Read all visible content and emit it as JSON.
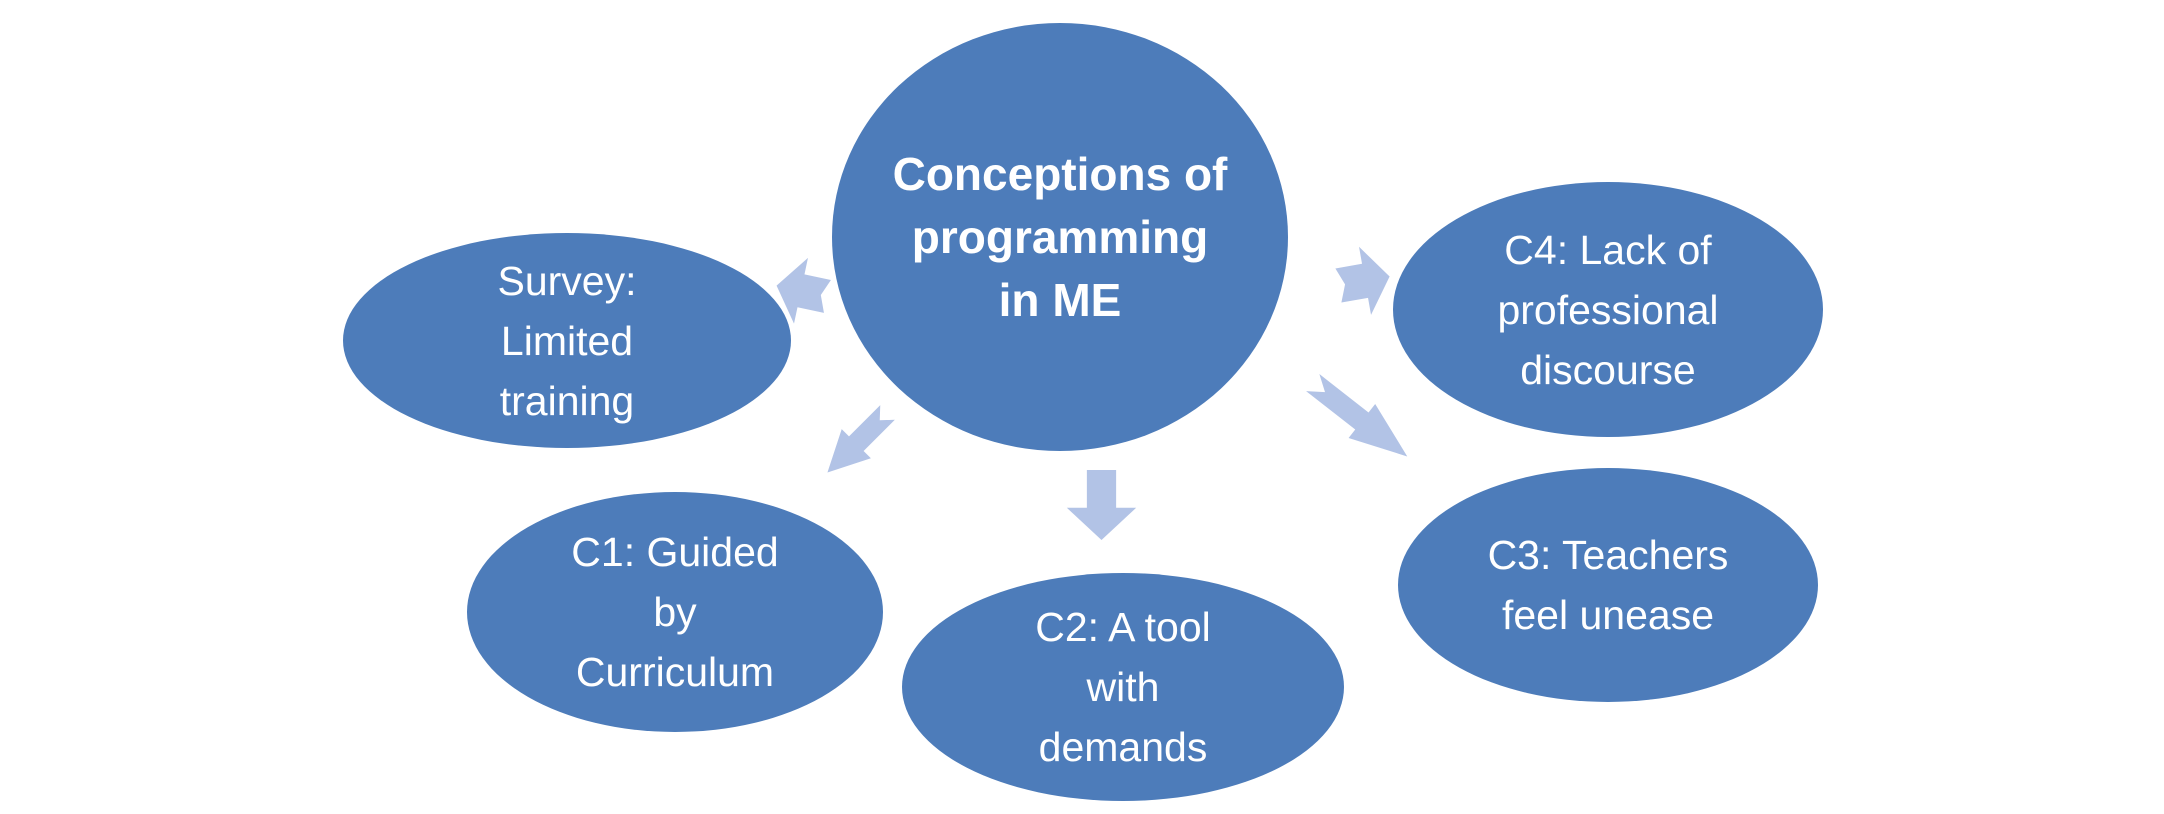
{
  "diagram": {
    "colors": {
      "background": "#ffffff",
      "node_fill": "#4d7cba",
      "arrow_fill": "#b2c3e6",
      "text": "#ffffff"
    },
    "center_node": {
      "id": "central-topic",
      "lines": [
        "Conceptions of",
        "programming",
        "in ME"
      ]
    },
    "satellite_nodes": [
      {
        "id": "survey",
        "lines": [
          "Survey:",
          "Limited",
          "training"
        ]
      },
      {
        "id": "c4",
        "lines": [
          "C4: Lack of",
          "professional",
          "discourse"
        ]
      },
      {
        "id": "c1",
        "lines": [
          "C1: Guided",
          "by",
          "Curriculum"
        ]
      },
      {
        "id": "c2",
        "lines": [
          "C2: A tool",
          "with",
          "demands"
        ]
      },
      {
        "id": "c3",
        "lines": [
          "C3: Teachers",
          "feel unease"
        ]
      }
    ],
    "arrows": [
      {
        "id": "to-survey",
        "direction": "left"
      },
      {
        "id": "to-c4",
        "direction": "right"
      },
      {
        "id": "to-c1",
        "direction": "down-left"
      },
      {
        "id": "to-c2",
        "direction": "down"
      },
      {
        "id": "to-c3",
        "direction": "down-right"
      }
    ]
  }
}
